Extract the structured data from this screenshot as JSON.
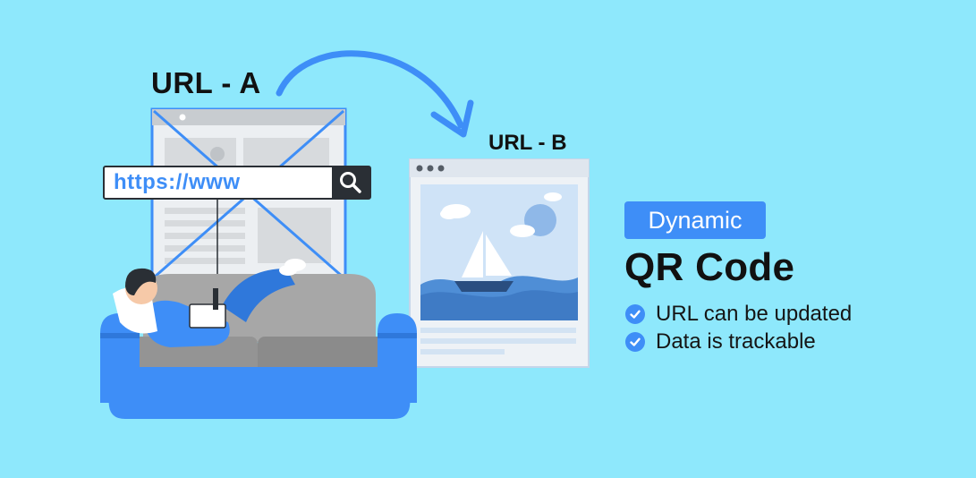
{
  "labels": {
    "url_a": "URL - A",
    "url_b": "URL - B"
  },
  "url_bar": {
    "text": "https://www"
  },
  "badge": "Dynamic",
  "headline": "QR Code",
  "features": [
    "URL can be updated",
    "Data is trackable"
  ],
  "icons": {
    "search": "magnifier-icon",
    "check": "check-circle-icon"
  },
  "colors": {
    "background": "#8ee8fc",
    "accent": "#3e8ef7",
    "text": "#111111",
    "sofa": "#9a9a9a",
    "sofa_base": "#3e8ef7"
  }
}
